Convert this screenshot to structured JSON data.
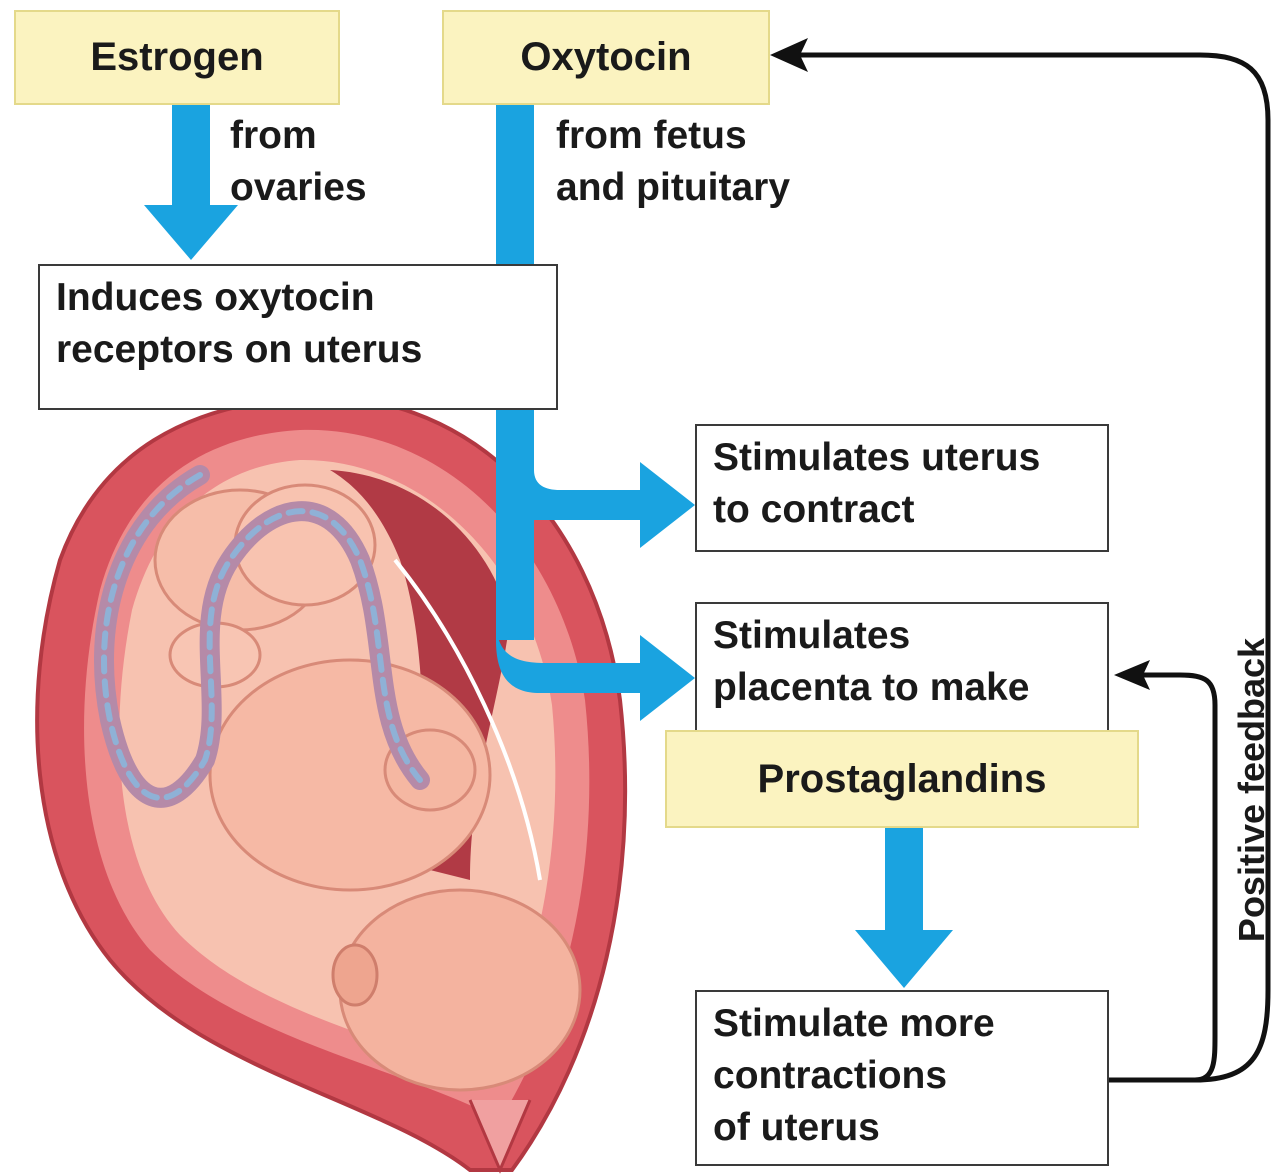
{
  "hormones": {
    "estrogen": "Estrogen",
    "oxytocin": "Oxytocin",
    "prostaglandins": "Prostaglandins"
  },
  "sources": {
    "estrogen": "from\novaries",
    "oxytocin": "from fetus\nand pituitary"
  },
  "effects": {
    "receptors": "Induces oxytocin\nreceptors on uterus",
    "contract": "Stimulates uterus\nto contract",
    "placenta": "Stimulates\nplacenta to make",
    "more_contractions": "Stimulate more\ncontractions\nof uterus"
  },
  "feedback_label": "Positive feedback",
  "colors": {
    "hormone_fill": "#fbf3c0",
    "flow_arrow": "#1aa3e0",
    "feedback_arrow": "#111111",
    "uterus": "#d9545e"
  }
}
